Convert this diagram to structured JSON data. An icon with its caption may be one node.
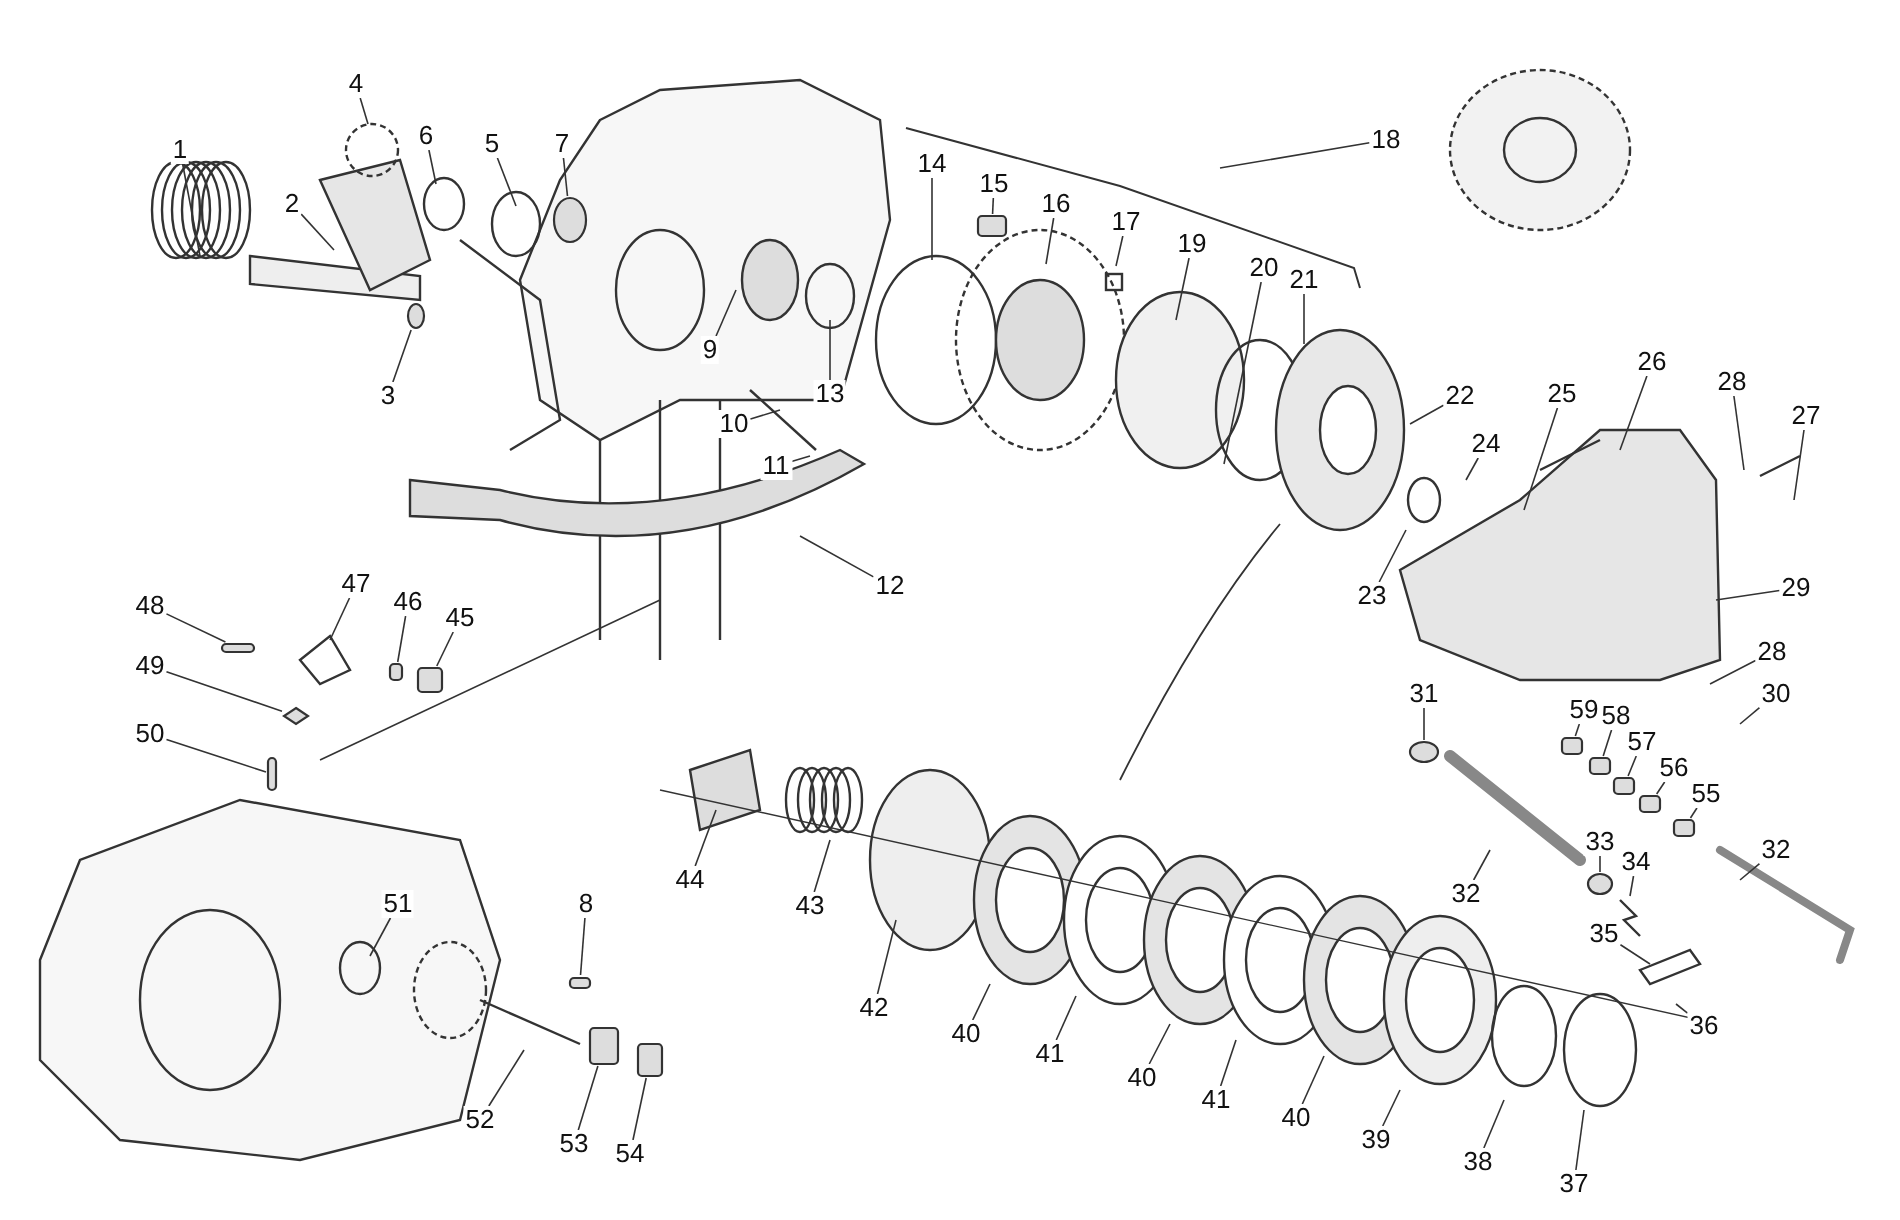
{
  "diagram": {
    "nodes": [
      {
        "text": [
          "1"
        ]
      },
      {
        "text": [
          "2"
        ]
      },
      {
        "text": [
          "4"
        ]
      },
      {
        "text": [
          "6"
        ]
      },
      {
        "text": [
          "5"
        ]
      },
      {
        "text": [
          "7"
        ]
      },
      {
        "text": [
          "3"
        ]
      },
      {
        "text": [
          "9"
        ]
      },
      {
        "text": [
          "13"
        ]
      },
      {
        "text": [
          "10"
        ]
      },
      {
        "text": [
          "11"
        ]
      },
      {
        "text": [
          "12"
        ]
      },
      {
        "text": [
          "14"
        ]
      },
      {
        "text": [
          "15"
        ]
      },
      {
        "text": [
          "16"
        ]
      },
      {
        "text": [
          "17"
        ]
      },
      {
        "text": [
          "19"
        ]
      },
      {
        "text": [
          "20"
        ]
      },
      {
        "text": [
          "21"
        ]
      },
      {
        "text": [
          "18"
        ]
      },
      {
        "text": [
          "22"
        ]
      },
      {
        "text": [
          "24"
        ]
      },
      {
        "text": [
          "23"
        ]
      },
      {
        "text": [
          "25"
        ]
      },
      {
        "text": [
          "26"
        ]
      },
      {
        "text": [
          "28"
        ]
      },
      {
        "text": [
          "27"
        ]
      },
      {
        "text": [
          "29"
        ]
      },
      {
        "text": [
          "28"
        ]
      },
      {
        "text": [
          "30"
        ]
      },
      {
        "text": [
          "31"
        ]
      },
      {
        "text": [
          "59"
        ]
      },
      {
        "text": [
          "58"
        ]
      },
      {
        "text": [
          "57"
        ]
      },
      {
        "text": [
          "56"
        ]
      },
      {
        "text": [
          "55"
        ]
      },
      {
        "text": [
          "32"
        ]
      },
      {
        "text": [
          "32"
        ]
      },
      {
        "text": [
          "33"
        ]
      },
      {
        "text": [
          "34"
        ]
      },
      {
        "text": [
          "35"
        ]
      },
      {
        "text": [
          "36"
        ]
      },
      {
        "text": [
          "37"
        ]
      },
      {
        "text": [
          "38"
        ]
      },
      {
        "text": [
          "39"
        ]
      },
      {
        "text": [
          "40"
        ]
      },
      {
        "text": [
          "41"
        ]
      },
      {
        "text": [
          "40"
        ]
      },
      {
        "text": [
          "41"
        ]
      },
      {
        "text": [
          "40"
        ]
      },
      {
        "text": [
          "42"
        ]
      },
      {
        "text": [
          "43"
        ]
      },
      {
        "text": [
          "44"
        ]
      },
      {
        "text": [
          "45"
        ]
      },
      {
        "text": [
          "46"
        ]
      },
      {
        "text": [
          "47"
        ]
      },
      {
        "text": [
          "48"
        ]
      },
      {
        "text": [
          "49"
        ]
      },
      {
        "text": [
          "50"
        ]
      },
      {
        "text": [
          "51"
        ]
      },
      {
        "text": [
          "8"
        ]
      },
      {
        "text": [
          "52"
        ]
      },
      {
        "text": [
          "53"
        ]
      },
      {
        "text": [
          "54"
        ]
      },
      {
        "text": [],
        "shape": "circle"
      },
      {
        "text": [],
        "shape": "circle"
      },
      {
        "text": [],
        "shape": "box"
      },
      {
        "text": [],
        "shape": "circle"
      },
      {
        "text": [],
        "shape": "box"
      },
      {
        "text": [],
        "shape": "box"
      },
      {
        "text": [],
        "shape": "box"
      },
      {
        "text": [],
        "shape": "box"
      },
      {
        "text": [],
        "shape": "box"
      },
      {
        "text": [],
        "shape": "circle"
      },
      {
        "text": [],
        "shape": "box"
      },
      {
        "text": [],
        "shape": "box"
      },
      {
        "text": [],
        "shape": "diamond"
      },
      {
        "text": [],
        "shape": "box"
      },
      {
        "text": [],
        "shape": "box"
      },
      {
        "text": [],
        "shape": "box"
      },
      {
        "text": [],
        "shape": "box"
      },
      {
        "text": [],
        "shape": "box"
      }
    ],
    "edges": [
      {
        "from": 0,
        "to": null,
        "arrow": "none"
      },
      {
        "from": 1,
        "to": null,
        "arrow": "none"
      },
      {
        "from": 2,
        "to": null,
        "arrow": "none"
      },
      {
        "from": 3,
        "to": null,
        "arrow": "none"
      },
      {
        "from": 4,
        "to": null,
        "arrow": "none"
      },
      {
        "from": 5,
        "to": 64,
        "arrow": "none"
      },
      {
        "from": 6,
        "to": 65,
        "arrow": "none"
      },
      {
        "from": 7,
        "to": null,
        "arrow": "none"
      },
      {
        "from": 8,
        "to": null,
        "arrow": "none"
      },
      {
        "from": 9,
        "to": null,
        "arrow": "none"
      },
      {
        "from": 10,
        "to": null,
        "arrow": "none"
      },
      {
        "from": 11,
        "to": null,
        "arrow": "none"
      },
      {
        "from": 12,
        "to": null,
        "arrow": "none"
      },
      {
        "from": 13,
        "to": 66,
        "arrow": "none"
      },
      {
        "from": 14,
        "to": null,
        "arrow": "none"
      },
      {
        "from": 15,
        "to": null,
        "arrow": "none"
      },
      {
        "from": 16,
        "to": null,
        "arrow": "none"
      },
      {
        "from": 17,
        "to": null,
        "arrow": "none"
      },
      {
        "from": 18,
        "to": null,
        "arrow": "none"
      },
      {
        "from": 19,
        "to": null,
        "arrow": "none"
      },
      {
        "from": 20,
        "to": null,
        "arrow": "none"
      },
      {
        "from": 21,
        "to": null,
        "arrow": "none"
      },
      {
        "from": 22,
        "to": null,
        "arrow": "none"
      },
      {
        "from": 23,
        "to": null,
        "arrow": "none"
      },
      {
        "from": 24,
        "to": null,
        "arrow": "none"
      },
      {
        "from": 25,
        "to": null,
        "arrow": "none"
      },
      {
        "from": 26,
        "to": null,
        "arrow": "none"
      },
      {
        "from": 27,
        "to": null,
        "arrow": "none"
      },
      {
        "from": 28,
        "to": null,
        "arrow": "none"
      },
      {
        "from": 29,
        "to": null,
        "arrow": "none"
      },
      {
        "from": 30,
        "to": 67,
        "arrow": "none"
      },
      {
        "from": 31,
        "to": 68,
        "arrow": "none"
      },
      {
        "from": 32,
        "to": 69,
        "arrow": "none"
      },
      {
        "from": 33,
        "to": 70,
        "arrow": "none"
      },
      {
        "from": 34,
        "to": 71,
        "arrow": "none"
      },
      {
        "from": 35,
        "to": 72,
        "arrow": "none"
      },
      {
        "from": 36,
        "to": null,
        "arrow": "none"
      },
      {
        "from": 37,
        "to": null,
        "arrow": "none"
      },
      {
        "from": 38,
        "to": 73,
        "arrow": "none"
      },
      {
        "from": 39,
        "to": null,
        "arrow": "none"
      },
      {
        "from": 40,
        "to": null,
        "arrow": "none"
      },
      {
        "from": 41,
        "to": null,
        "arrow": "none"
      },
      {
        "from": 42,
        "to": null,
        "arrow": "none"
      },
      {
        "from": 43,
        "to": null,
        "arrow": "none"
      },
      {
        "from": 44,
        "to": null,
        "arrow": "none"
      },
      {
        "from": 45,
        "to": null,
        "arrow": "none"
      },
      {
        "from": 46,
        "to": null,
        "arrow": "none"
      },
      {
        "from": 47,
        "to": null,
        "arrow": "none"
      },
      {
        "from": 48,
        "to": null,
        "arrow": "none"
      },
      {
        "from": 49,
        "to": null,
        "arrow": "none"
      },
      {
        "from": 50,
        "to": null,
        "arrow": "none"
      },
      {
        "from": 51,
        "to": null,
        "arrow": "none"
      },
      {
        "from": 52,
        "to": null,
        "arrow": "none"
      },
      {
        "from": 53,
        "to": 74,
        "arrow": "none"
      },
      {
        "from": 54,
        "to": 75,
        "arrow": "none"
      },
      {
        "from": 55,
        "to": null,
        "arrow": "none"
      },
      {
        "from": 56,
        "to": 80,
        "arrow": "none"
      },
      {
        "from": 57,
        "to": 76,
        "arrow": "none"
      },
      {
        "from": 58,
        "to": 81,
        "arrow": "none"
      },
      {
        "from": 59,
        "to": null,
        "arrow": "none"
      },
      {
        "from": 60,
        "to": 77,
        "arrow": "none"
      },
      {
        "from": 61,
        "to": null,
        "arrow": "none"
      },
      {
        "from": 62,
        "to": 78,
        "arrow": "none"
      },
      {
        "from": 63,
        "to": 79,
        "arrow": "none"
      }
    ]
  }
}
